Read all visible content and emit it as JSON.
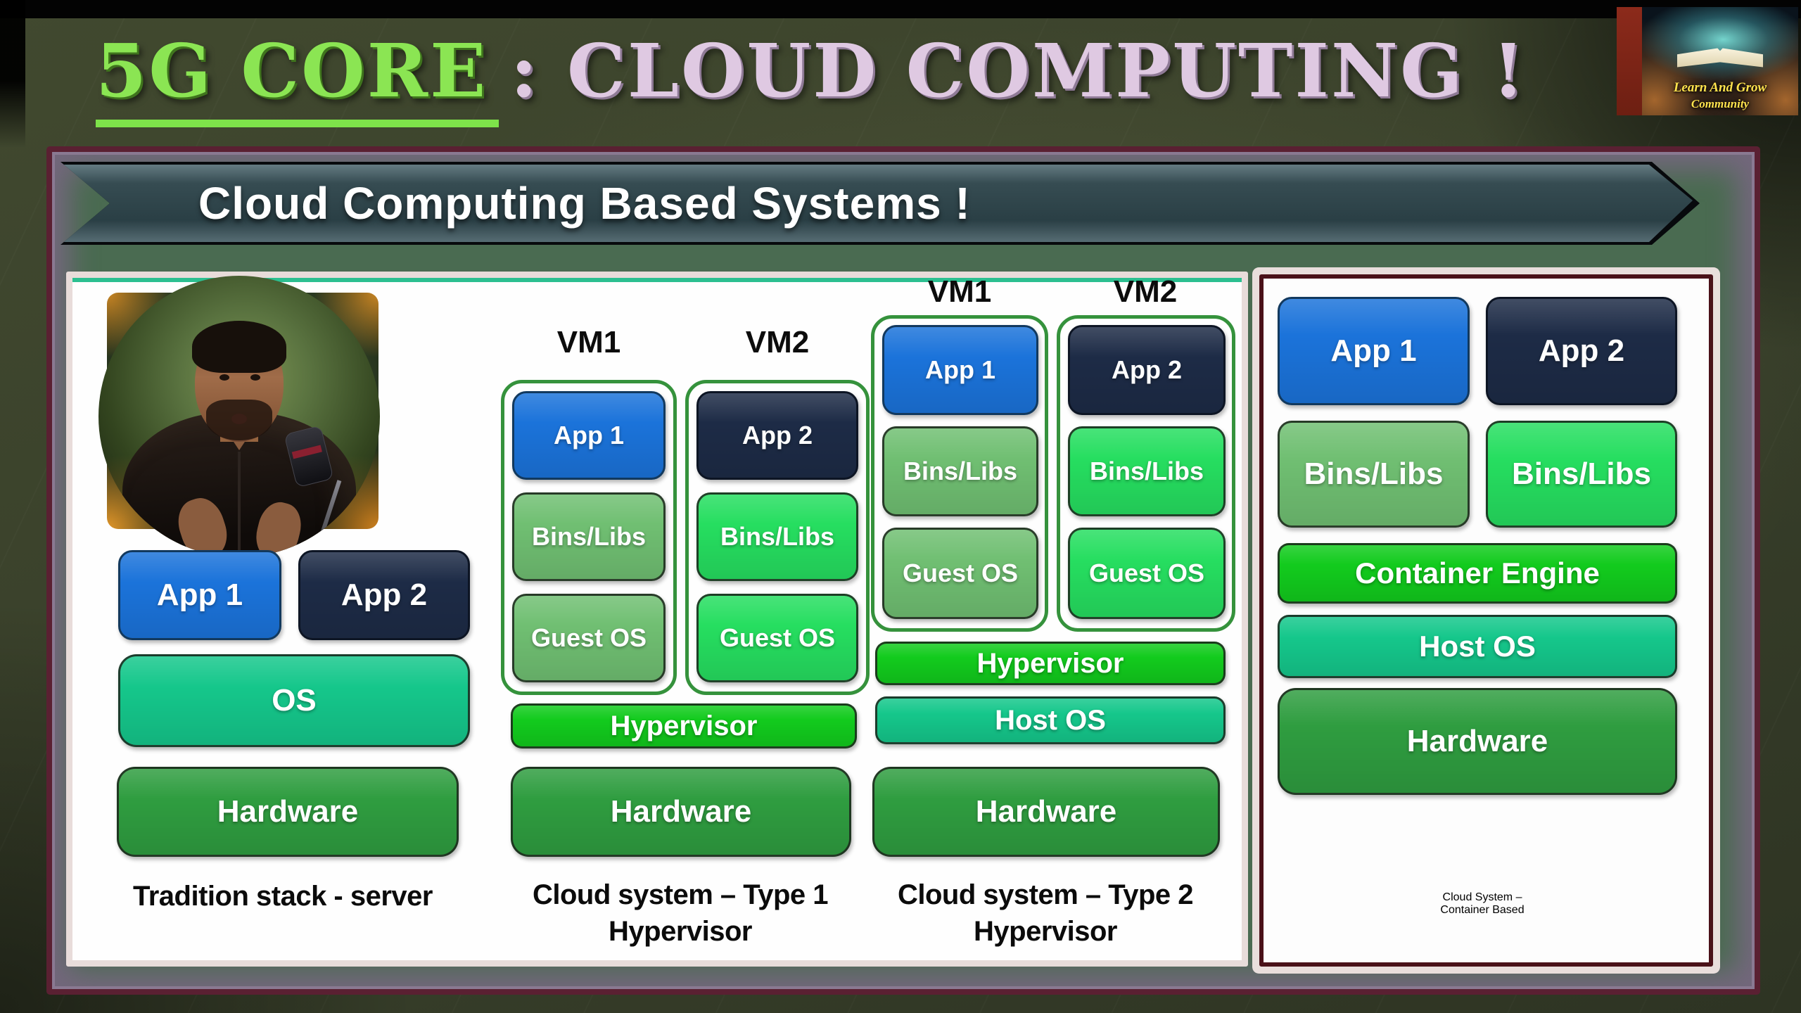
{
  "title": {
    "lead": "5G CORE",
    "rest": ": CLOUD COMPUTING !"
  },
  "logo": {
    "line1": "Learn And Grow",
    "line2": "Community"
  },
  "banner": {
    "text": "Cloud Computing Based Systems !"
  },
  "stacks": {
    "traditional": {
      "app1": "App 1",
      "app2": "App 2",
      "os": "OS",
      "hardware": "Hardware",
      "caption": "Tradition stack - server"
    },
    "type1": {
      "vm1_label": "VM1",
      "vm2_label": "VM2",
      "vm1_app": "App 1",
      "vm1_bins": "Bins/Libs",
      "vm1_guest": "Guest OS",
      "vm2_app": "App 2",
      "vm2_bins": "Bins/Libs",
      "vm2_guest": "Guest OS",
      "hypervisor": "Hypervisor",
      "hardware": "Hardware",
      "caption_line1": "Cloud system – Type 1",
      "caption_line2": "Hypervisor"
    },
    "type2": {
      "vm1_label": "VM1",
      "vm2_label": "VM2",
      "vm1_app": "App 1",
      "vm1_bins": "Bins/Libs",
      "vm1_guest": "Guest OS",
      "vm2_app": "App 2",
      "vm2_bins": "Bins/Libs",
      "vm2_guest": "Guest OS",
      "hypervisor": "Hypervisor",
      "host_os": "Host OS",
      "hardware": "Hardware",
      "caption_line1": "Cloud system – Type 2",
      "caption_line2": "Hypervisor"
    },
    "container": {
      "app1": "App 1",
      "app2": "App 2",
      "bins1": "Bins/Libs",
      "bins2": "Bins/Libs",
      "engine": "Container Engine",
      "host_os": "Host OS",
      "hardware": "Hardware",
      "label_line1": "Cloud System –",
      "label_line2": "Container Based"
    }
  },
  "colors": {
    "app_blue": "#1b73da",
    "app_navy": "#1d2b46",
    "green_muted": "#70bf72",
    "green_vivid": "#26de60",
    "green_pure": "#12cb1d",
    "teal_os": "#15c78b",
    "green_hardware": "#2f9d40",
    "vm_outline": "#35923c",
    "banner_fill": "#2c4147",
    "frame_green": "#4a6b51",
    "frame_maroon": "#5a2032",
    "purple_label": "#9a63a6",
    "title_lead": "#8be553",
    "title_rest": "#dfc9e2"
  }
}
